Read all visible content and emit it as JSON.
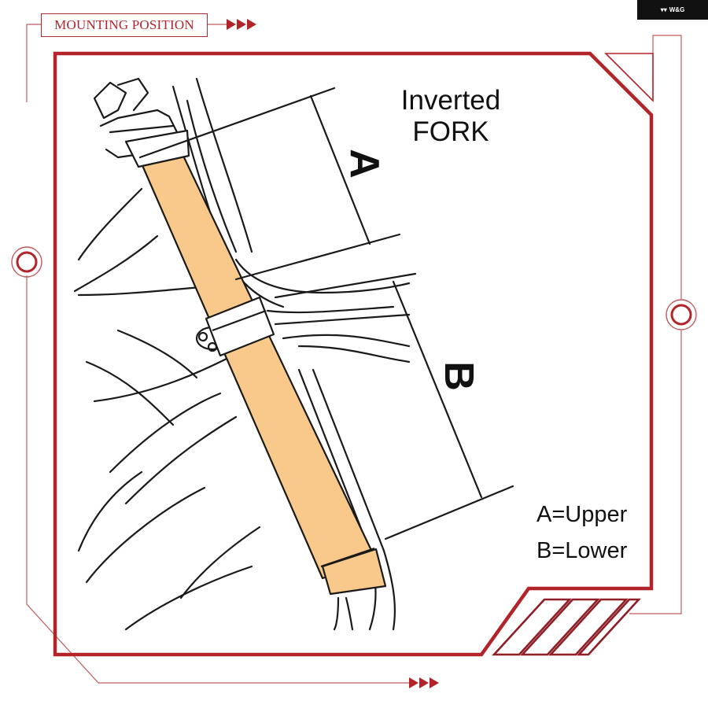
{
  "header": {
    "heading": "MOUNTING POSITION",
    "brand": "W&G"
  },
  "diagram": {
    "title_line1": "Inverted",
    "title_line2": "FORK",
    "dimension_a": "A",
    "dimension_b": "B",
    "legend": [
      "A=Upper",
      "B=Lower"
    ]
  },
  "colors": {
    "frame": "#b3232a",
    "frame_dark": "#8e1f26",
    "fork_tube": "#f8c98a",
    "line_art": "#1a1a1a",
    "badge_bg": "#111111"
  }
}
